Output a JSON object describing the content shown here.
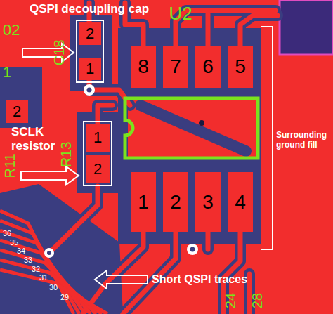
{
  "diagram": {
    "nodes": [
      {
        "text": [
          "C18"
        ]
      },
      {
        "text": [
          "2"
        ],
        "in": 0
      },
      {
        "text": [
          "1"
        ],
        "in": 0
      },
      {
        "text": [
          "U2"
        ]
      },
      {
        "text": [
          "8"
        ]
      },
      {
        "text": [
          "7"
        ]
      },
      {
        "text": [
          "6"
        ]
      },
      {
        "text": [
          "5"
        ]
      },
      {
        "text": [
          "R13"
        ]
      },
      {
        "text": [
          "1"
        ],
        "in": 8
      },
      {
        "text": [
          "2"
        ],
        "in": 8
      },
      {
        "text": [
          "1"
        ]
      },
      {
        "text": [
          "2"
        ]
      },
      {
        "text": [
          "3"
        ]
      },
      {
        "text": [
          "4"
        ]
      },
      {
        "text": [
          "2"
        ]
      }
    ],
    "labels": [
      "QSPI decoupling cap",
      "SCLK resistor",
      "Surrounding ground fill",
      "Short QSPI traces",
      "R11",
      "02",
      "1",
      "36",
      "35",
      "34",
      "33",
      "32",
      "31",
      "30",
      "29",
      "24",
      "28"
    ]
  }
}
